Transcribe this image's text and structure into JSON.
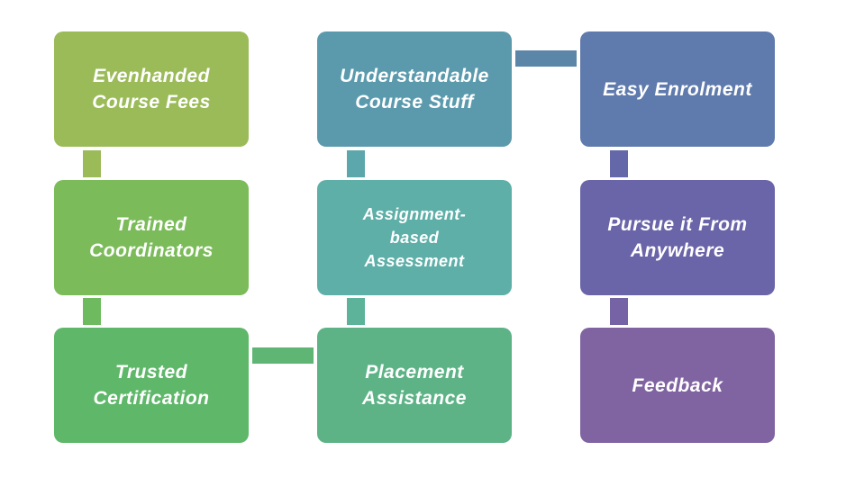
{
  "boxes": [
    {
      "label": "Evenhanded Course Fees",
      "color": "#9bbb59"
    },
    {
      "label": "Trained Coordinators",
      "color": "#7bbb5a"
    },
    {
      "label": "Trusted Certification",
      "color": "#5fb76a"
    },
    {
      "label": "Understandable Course Stuff",
      "color": "#5b9aad"
    },
    {
      "label": "Assignment-based Assessment",
      "color": "#5eafa8"
    },
    {
      "label": "Placement Assistance",
      "color": "#5db386"
    },
    {
      "label": "Easy Enrolment",
      "color": "#5f7aac"
    },
    {
      "label": "Pursue it From Anywhere",
      "color": "#6a64a8"
    },
    {
      "label": "Feedback",
      "color": "#8064a2"
    }
  ],
  "connector_colors": {
    "col1_top": "#9bbb59",
    "col1_bottom": "#6dbb5e",
    "bottom_horizontal": "#5fb574",
    "col2_top": "#5ca7ab",
    "col2_bottom": "#5db39a",
    "top_horizontal": "#5c86a8",
    "col3_top": "#6468a8",
    "col3_bottom": "#7563a5"
  }
}
